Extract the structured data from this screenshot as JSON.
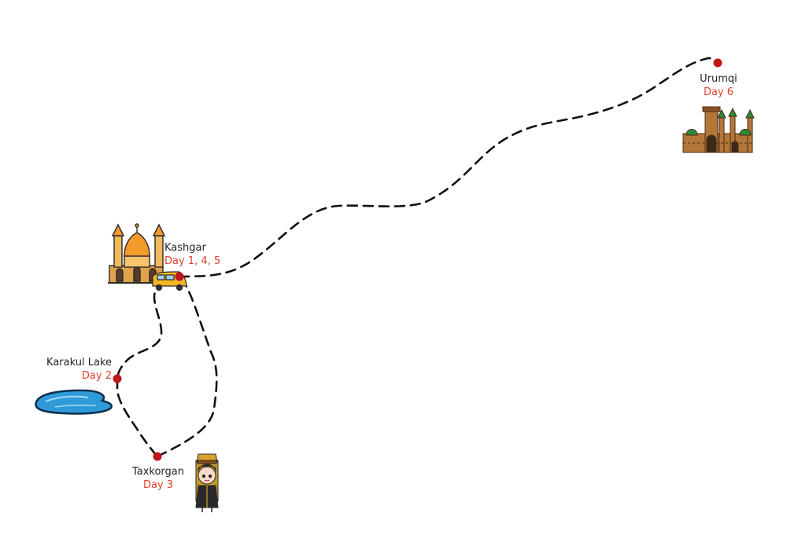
{
  "colors": {
    "route": "#111111",
    "marker": "#c0161c",
    "day_text": "#e0402a",
    "name_text": "#222222",
    "mosque_dome": "#f39a2b",
    "bazaar_brick": "#b5763a",
    "lake_water": "#2e9ad8",
    "van": "#f2b824"
  },
  "stops": [
    {
      "id": "kashgar",
      "name": "Kashgar",
      "days": "Day 1, 4, 5",
      "icon": "mosque-icon"
    },
    {
      "id": "karakul",
      "name": "Karakul Lake",
      "days": "Day 2",
      "icon": "lake-icon"
    },
    {
      "id": "taxkorgan",
      "name": "Taxkorgan",
      "days": "Day 3",
      "icon": "tajik-girl-icon"
    },
    {
      "id": "urumqi",
      "name": "Urumqi",
      "days": "Day 6",
      "icon": "bazaar-tower-icon"
    }
  ],
  "vehicle_icon": "van-icon"
}
